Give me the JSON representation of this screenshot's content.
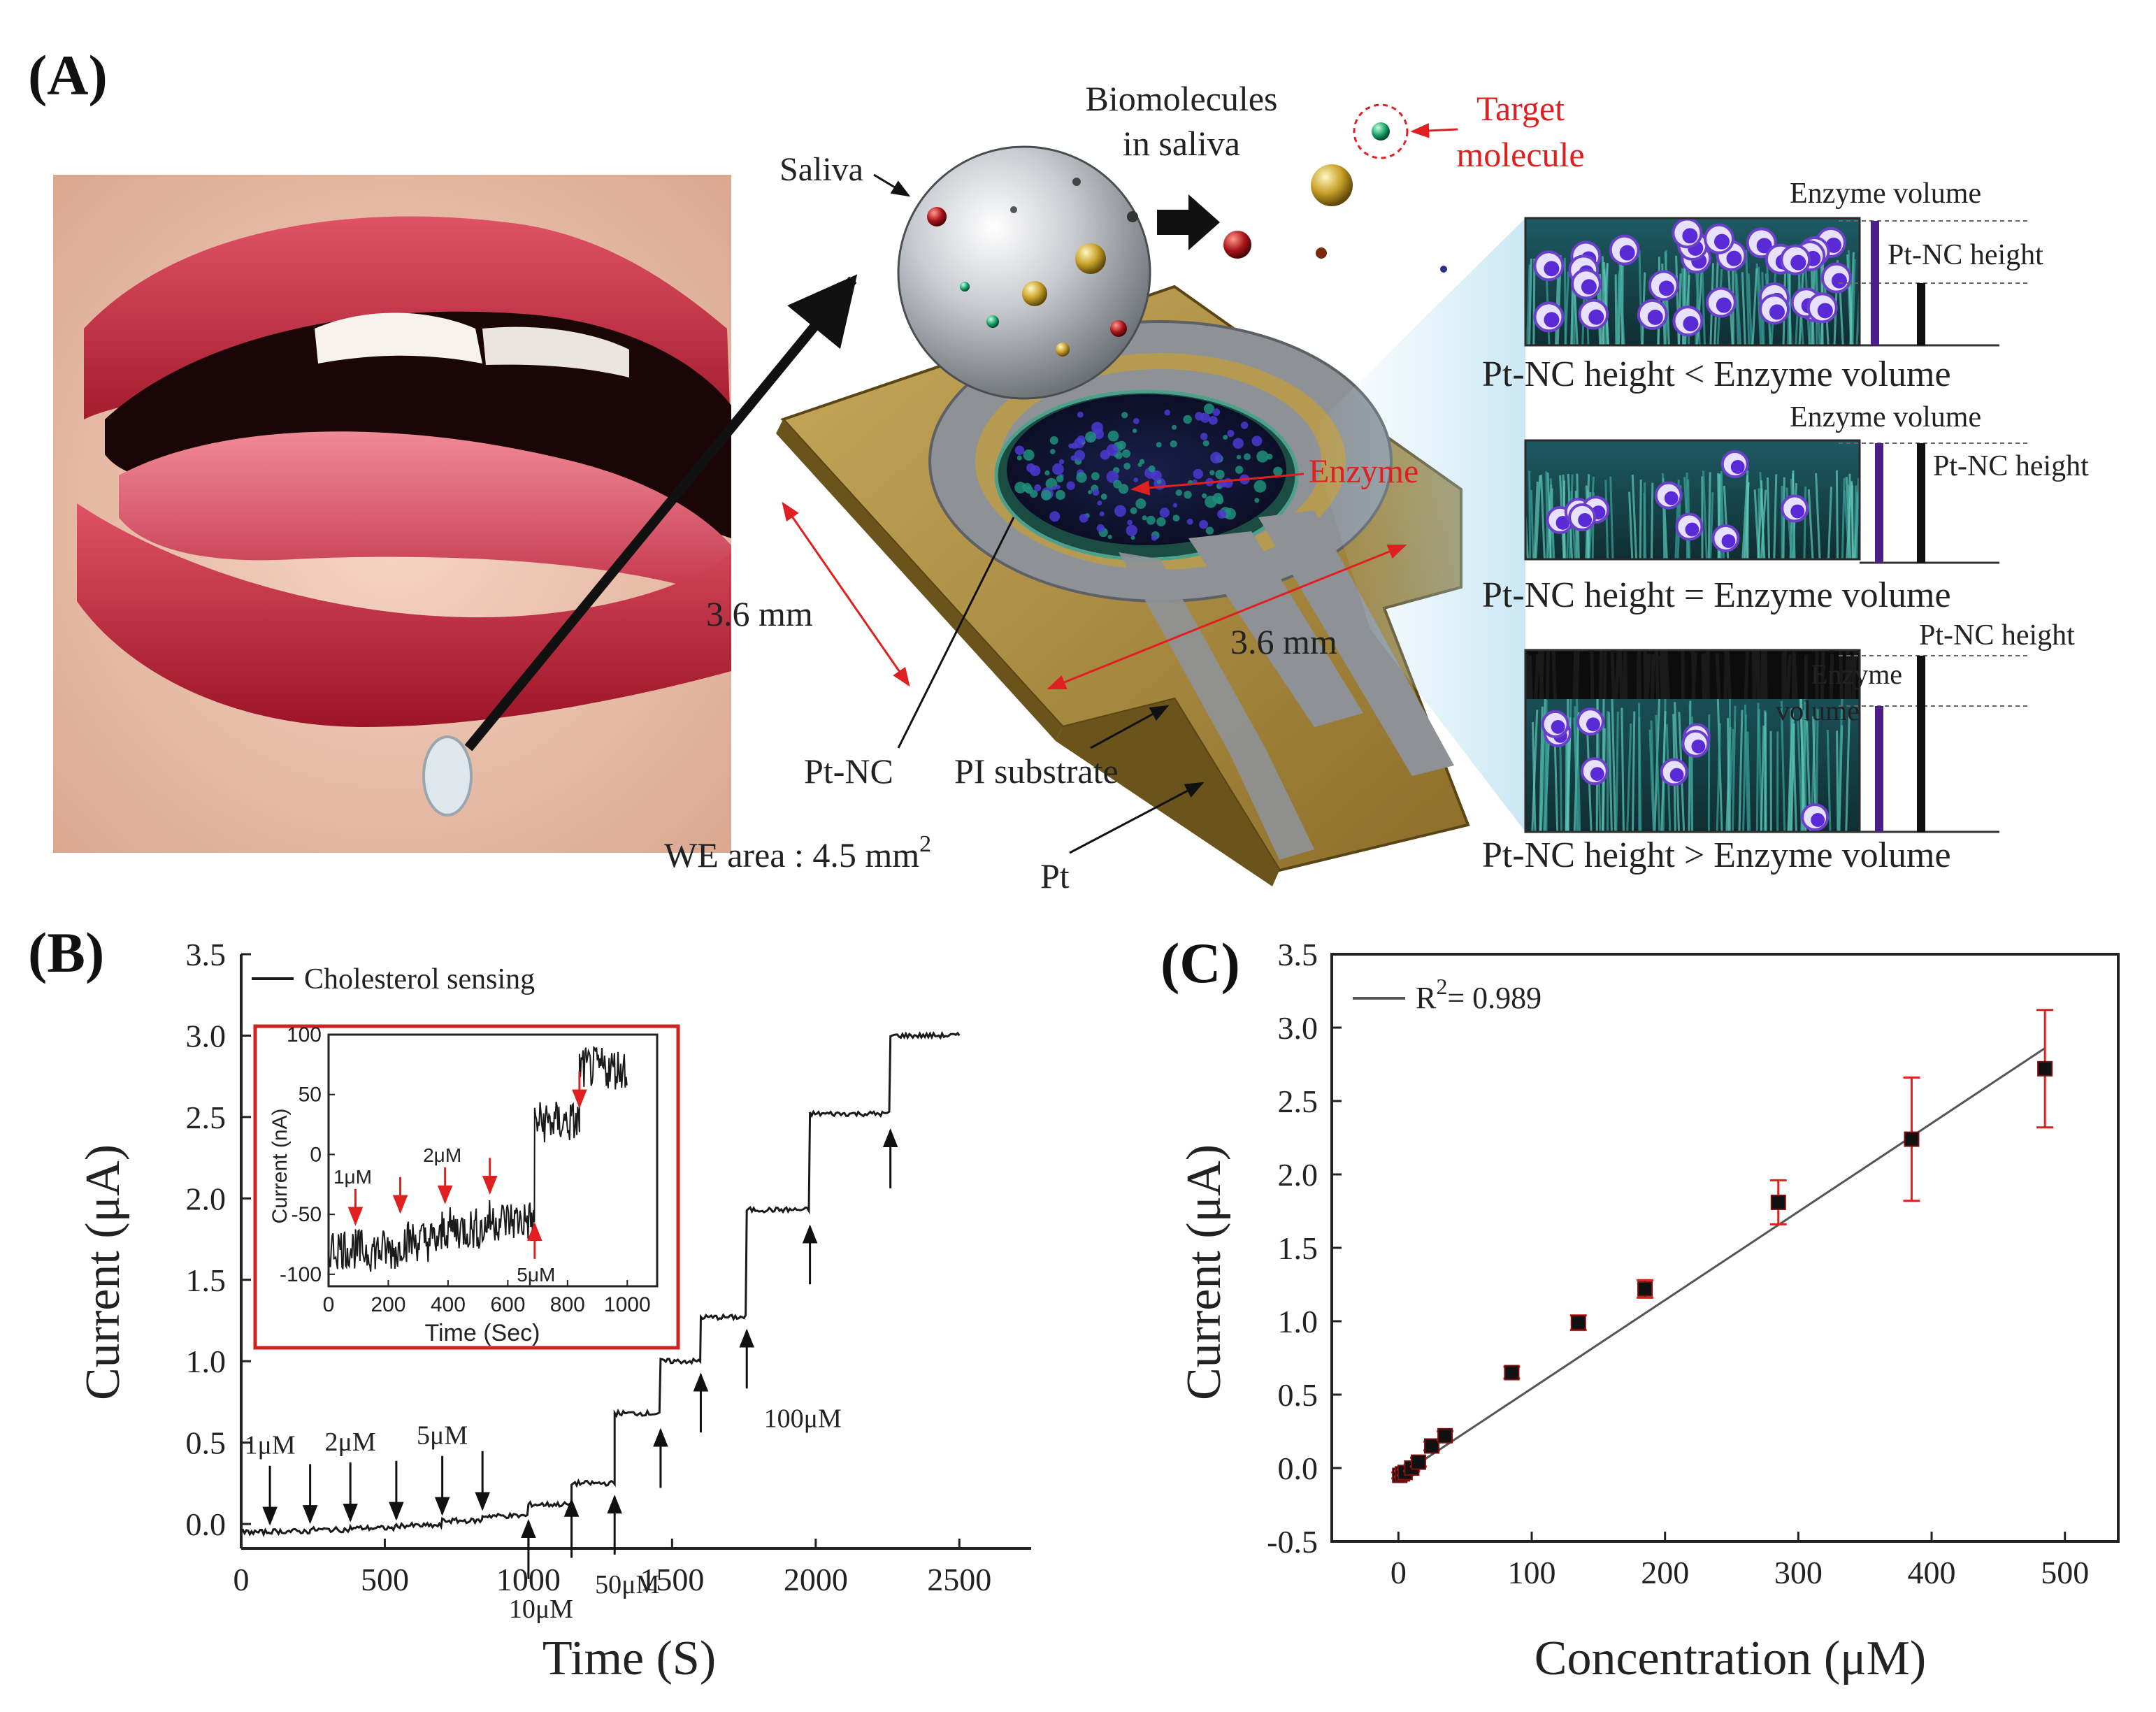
{
  "panels": {
    "a": "(A)",
    "b": "(B)",
    "c": "(C)"
  },
  "colors": {
    "red": "#e02020",
    "line": "#1a1a1a",
    "fit": "#555555",
    "enzyme_bar": "#4b1f87",
    "sensor_gold": "#a88a3c",
    "sensor_gray": "#8e9297"
  },
  "diagram": {
    "saliva": "Saliva",
    "biomolecules_line1": "Biomolecules",
    "biomolecules_line2": "in saliva",
    "target_line1": "Target",
    "target_line2": "molecule",
    "enzyme": "Enzyme",
    "dim_left": "3.6 mm",
    "dim_right": "3.6 mm",
    "pt_nc": "Pt-NC",
    "pi_substrate": "PI substrate",
    "we_area": "WE area : 4.5 mm",
    "we_area_sup": "2",
    "pt": "Pt",
    "enzyme_volume": "Enzyme volume",
    "enzyme_vol_line1": "Enzyme",
    "enzyme_vol_line2": "volume",
    "pt_nc_height": "Pt-NC height",
    "cases": [
      "Pt-NC height < Enzyme  volume",
      "Pt-NC height = Enzyme  volume",
      "Pt-NC height > Enzyme  volume"
    ]
  },
  "chart_data": [
    {
      "type": "line",
      "panel": "B",
      "xlabel": "Time (S)",
      "ylabel": "Current (μA)",
      "xlim": [
        0,
        2750
      ],
      "ylim": [
        -0.15,
        3.5
      ],
      "xticks": [
        0,
        500,
        1000,
        1500,
        2000,
        2500
      ],
      "yticks": [
        0.0,
        0.5,
        1.0,
        1.5,
        2.0,
        2.5,
        3.0,
        3.5
      ],
      "legend": "Cholesterol sensing",
      "steps": [
        {
          "t": 0,
          "y": -0.05
        },
        {
          "t": 100,
          "y": -0.045
        },
        {
          "t": 240,
          "y": -0.035
        },
        {
          "t": 380,
          "y": -0.025
        },
        {
          "t": 540,
          "y": -0.01
        },
        {
          "t": 700,
          "y": 0.02
        },
        {
          "t": 840,
          "y": 0.05
        },
        {
          "t": 1000,
          "y": 0.12
        },
        {
          "t": 1150,
          "y": 0.25
        },
        {
          "t": 1300,
          "y": 0.68
        },
        {
          "t": 1460,
          "y": 1.0
        },
        {
          "t": 1600,
          "y": 1.27
        },
        {
          "t": 1760,
          "y": 1.93
        },
        {
          "t": 1980,
          "y": 2.52
        },
        {
          "t": 2260,
          "y": 3.0
        }
      ],
      "end_t": 2500,
      "markers": [
        {
          "t": 100,
          "y": -0.05,
          "label": "1μM",
          "pos": "above"
        },
        {
          "t": 240,
          "y": -0.04,
          "label": "",
          "pos": "above"
        },
        {
          "t": 380,
          "y": -0.03,
          "label": "2μM",
          "pos": "above"
        },
        {
          "t": 540,
          "y": -0.02,
          "label": "",
          "pos": "above"
        },
        {
          "t": 700,
          "y": 0.01,
          "label": "5μM",
          "pos": "above"
        },
        {
          "t": 840,
          "y": 0.04,
          "label": "",
          "pos": "above"
        },
        {
          "t": 1000,
          "y": 0.07,
          "label": "10μM",
          "pos": "below"
        },
        {
          "t": 1150,
          "y": 0.2,
          "label": "",
          "pos": "below"
        },
        {
          "t": 1300,
          "y": 0.22,
          "label": "50μM",
          "pos": "below"
        },
        {
          "t": 1460,
          "y": 0.63,
          "label": "",
          "pos": "below"
        },
        {
          "t": 1600,
          "y": 0.97,
          "label": "",
          "pos": "below"
        },
        {
          "t": 1760,
          "y": 1.24,
          "label": "100μM",
          "pos": "below"
        },
        {
          "t": 1980,
          "y": 1.88,
          "label": "",
          "pos": "below"
        },
        {
          "t": 2260,
          "y": 2.47,
          "label": "",
          "pos": "below"
        }
      ],
      "inset": {
        "xlabel": "Time (Sec)",
        "ylabel": "Current (nA)",
        "xlim": [
          0,
          1100
        ],
        "ylim": [
          -110,
          100
        ],
        "xticks": [
          0,
          200,
          400,
          600,
          800,
          1000
        ],
        "yticks": [
          -100,
          -50,
          0,
          50,
          100
        ],
        "steps": [
          {
            "t": 0,
            "y": -78
          },
          {
            "t": 90,
            "y": -80
          },
          {
            "t": 240,
            "y": -72
          },
          {
            "t": 380,
            "y": -62
          },
          {
            "t": 530,
            "y": -55
          },
          {
            "t": 690,
            "y": 27
          },
          {
            "t": 840,
            "y": 72
          }
        ],
        "end_t": 1000,
        "noise_amp": 18,
        "markers": [
          {
            "t": 90,
            "y": -58,
            "label": "1μM",
            "pos": "above"
          },
          {
            "t": 240,
            "y": -48,
            "label": "",
            "pos": "above"
          },
          {
            "t": 390,
            "y": -40,
            "label": "2μM",
            "pos": "above"
          },
          {
            "t": 540,
            "y": -32,
            "label": "",
            "pos": "above"
          },
          {
            "t": 690,
            "y": -58,
            "label": "5μM",
            "pos": "below"
          },
          {
            "t": 840,
            "y": 40,
            "label": "",
            "pos": "above"
          }
        ]
      }
    },
    {
      "type": "scatter",
      "panel": "C",
      "xlabel": "Concentration (μM)",
      "ylabel": "Current (μA)",
      "xlim": [
        -50,
        540
      ],
      "ylim": [
        -0.5,
        3.5
      ],
      "xticks": [
        0,
        100,
        200,
        300,
        400,
        500
      ],
      "yticks": [
        -0.5,
        0.0,
        0.5,
        1.0,
        1.5,
        2.0,
        2.5,
        3.0,
        3.5
      ],
      "legend_prefix": "R",
      "legend_sup": "2",
      "legend_suffix": "= 0.989",
      "fit": {
        "x0": 0,
        "y0": -0.06,
        "x1": 485,
        "y1": 2.86
      },
      "points": [
        {
          "x": 1,
          "y": -0.05,
          "err": 0.02
        },
        {
          "x": 3,
          "y": -0.04,
          "err": 0.02
        },
        {
          "x": 5,
          "y": -0.03,
          "err": 0.02
        },
        {
          "x": 10,
          "y": 0.0,
          "err": 0.02
        },
        {
          "x": 15,
          "y": 0.04,
          "err": 0.03
        },
        {
          "x": 25,
          "y": 0.15,
          "err": 0.03
        },
        {
          "x": 35,
          "y": 0.22,
          "err": 0.03
        },
        {
          "x": 85,
          "y": 0.65,
          "err": 0.04
        },
        {
          "x": 135,
          "y": 0.99,
          "err": 0.05
        },
        {
          "x": 185,
          "y": 1.22,
          "err": 0.06
        },
        {
          "x": 285,
          "y": 1.81,
          "err": 0.15
        },
        {
          "x": 385,
          "y": 2.24,
          "err": 0.42
        },
        {
          "x": 485,
          "y": 2.72,
          "err": 0.4
        }
      ]
    }
  ]
}
